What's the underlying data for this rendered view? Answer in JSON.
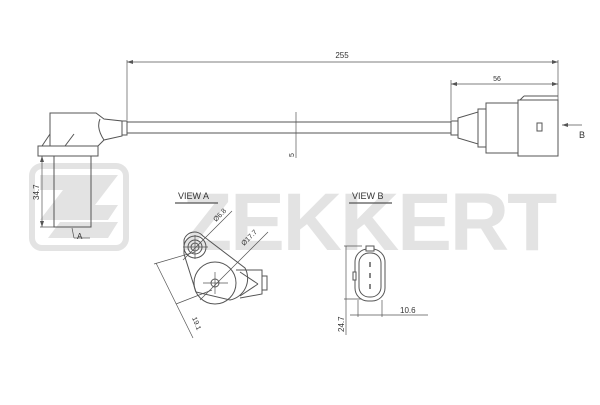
{
  "brand": {
    "watermark": "ZEKKERT",
    "watermark_color": "#e3e3e3",
    "line_color": "#555555"
  },
  "dimensions": {
    "overall_length": "255",
    "connector_length": "56",
    "cable_diameter": "5",
    "sensor_height": "34.7",
    "hole_diameter": "Ø6.8",
    "body_diameter": "Ø17.7",
    "hole_offset": "19.1",
    "connector_height": "24.7",
    "connector_width": "10.6"
  },
  "labels": {
    "view_a": "VIEW A",
    "view_b": "VIEW B",
    "arrow_a": "A",
    "arrow_b": "B"
  }
}
